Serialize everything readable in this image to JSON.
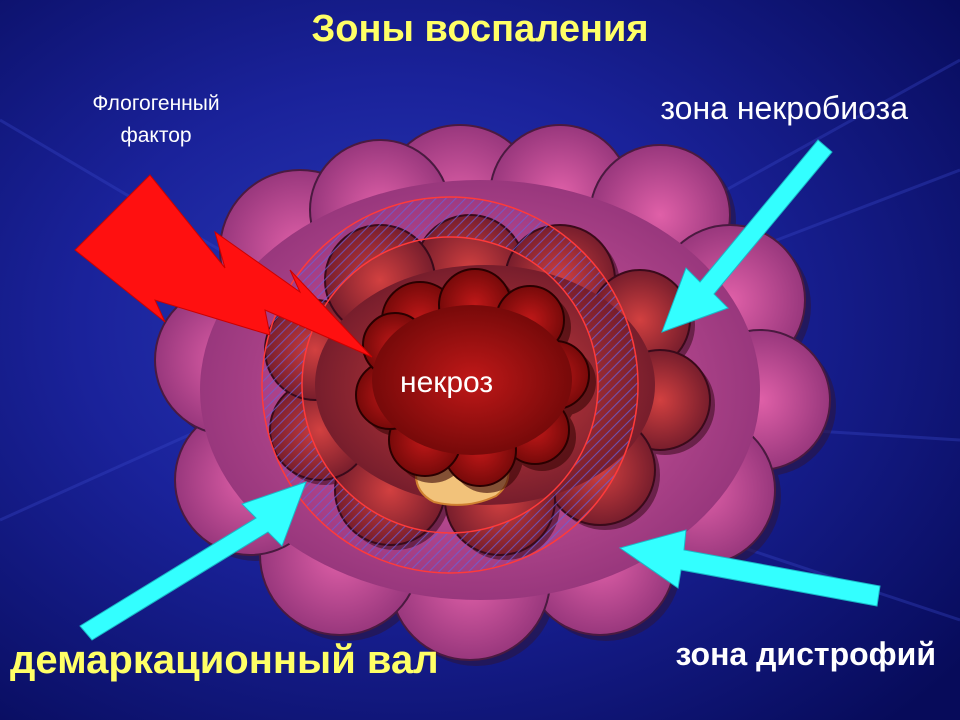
{
  "slide": {
    "title": "Зоны воспаления",
    "labels": {
      "phlogogenic_factor": "Флогогенный фактор",
      "necrobiosis_zone": "зона некробиоза",
      "necrosis": "некроз",
      "demarcation_wall": "демаркационный вал",
      "dystrophy_zone": "зона дистрофий"
    }
  },
  "colors": {
    "background": "#0a0f6e",
    "title": "#ffff66",
    "arrow": "#33ffff",
    "lightning": "#ff1010",
    "outer_zone": "#b24a8c",
    "middle_zone": "#a0305a",
    "necrosis_core": "#b01414",
    "ring": "#ff3a3a"
  }
}
